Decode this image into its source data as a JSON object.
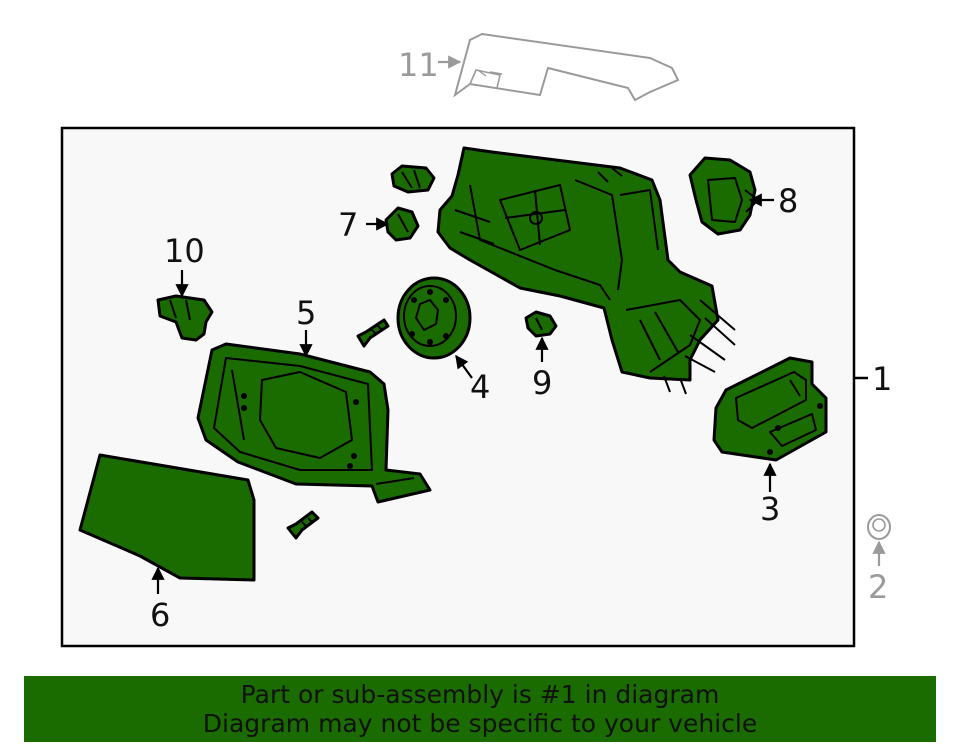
{
  "colors": {
    "part_fill": "#1a6b00",
    "banner_bg": "#1a6b00",
    "frame_bg": "#f8f8f8",
    "outline": "#000000",
    "inactive": "#9a9a9a"
  },
  "callouts": {
    "c1": "1",
    "c2": "2",
    "c3": "3",
    "c4": "4",
    "c5": "5",
    "c6": "6",
    "c7": "7",
    "c8": "8",
    "c9": "9",
    "c10": "10",
    "c11": "11"
  },
  "banner": {
    "line1": "Part or sub-assembly is #1 in diagram",
    "line2": "Diagram may not be specific to your vehicle"
  }
}
